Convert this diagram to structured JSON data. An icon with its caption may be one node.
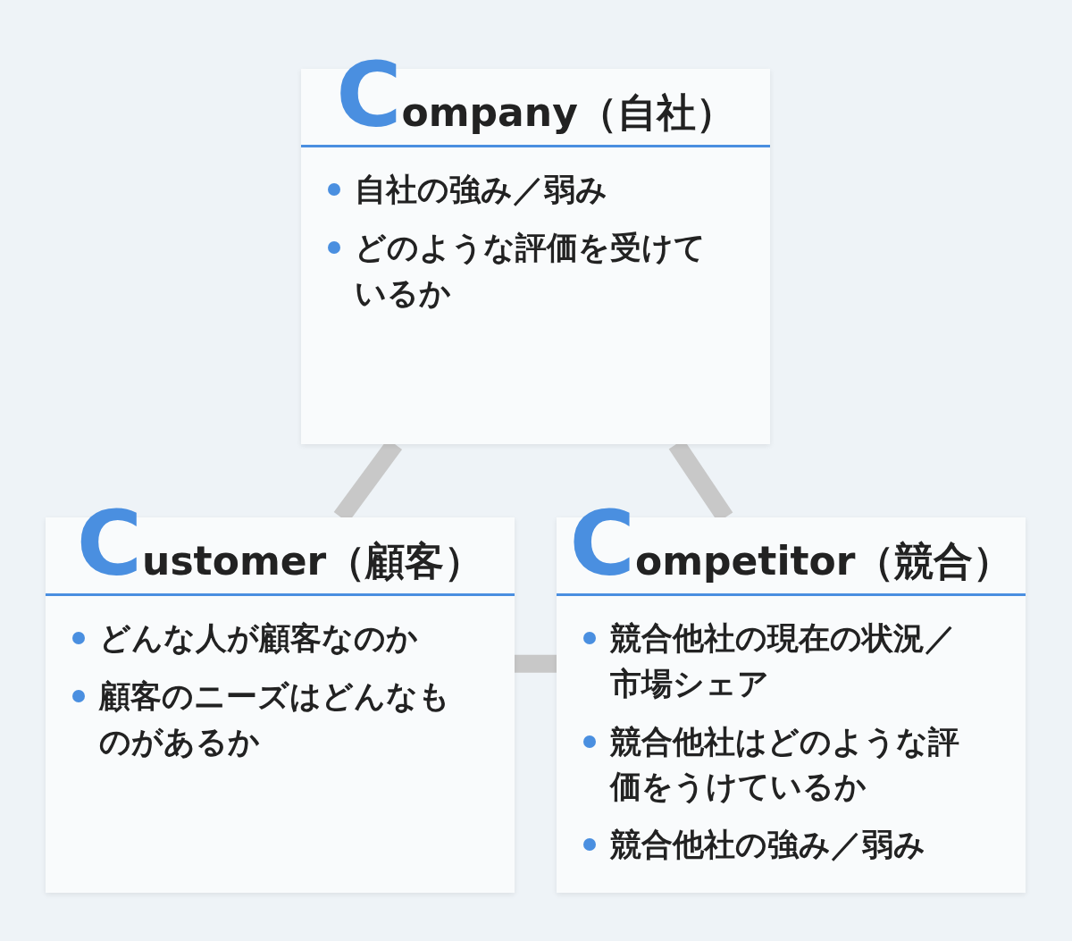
{
  "diagram": {
    "nodes": [
      {
        "text": [
          "Company（自社）",
          "自社の強み／弱み",
          "どのような評価を受けているか"
        ]
      },
      {
        "text": [
          "Customer（顧客）",
          "どんな人が顧客なのか",
          "顧客のニーズはどんなものがあるか"
        ]
      },
      {
        "text": [
          "Competitor（競合）",
          "競合他社の現在の状況／市場シェア",
          "競合他社はどのような評価をうけているか",
          "競合他社の強み／弱み"
        ]
      }
    ],
    "edges": [
      {
        "from": 0,
        "to": 1,
        "arrow": "none"
      },
      {
        "from": 0,
        "to": 2,
        "arrow": "none"
      },
      {
        "from": 1,
        "to": 2,
        "arrow": "none"
      }
    ]
  }
}
